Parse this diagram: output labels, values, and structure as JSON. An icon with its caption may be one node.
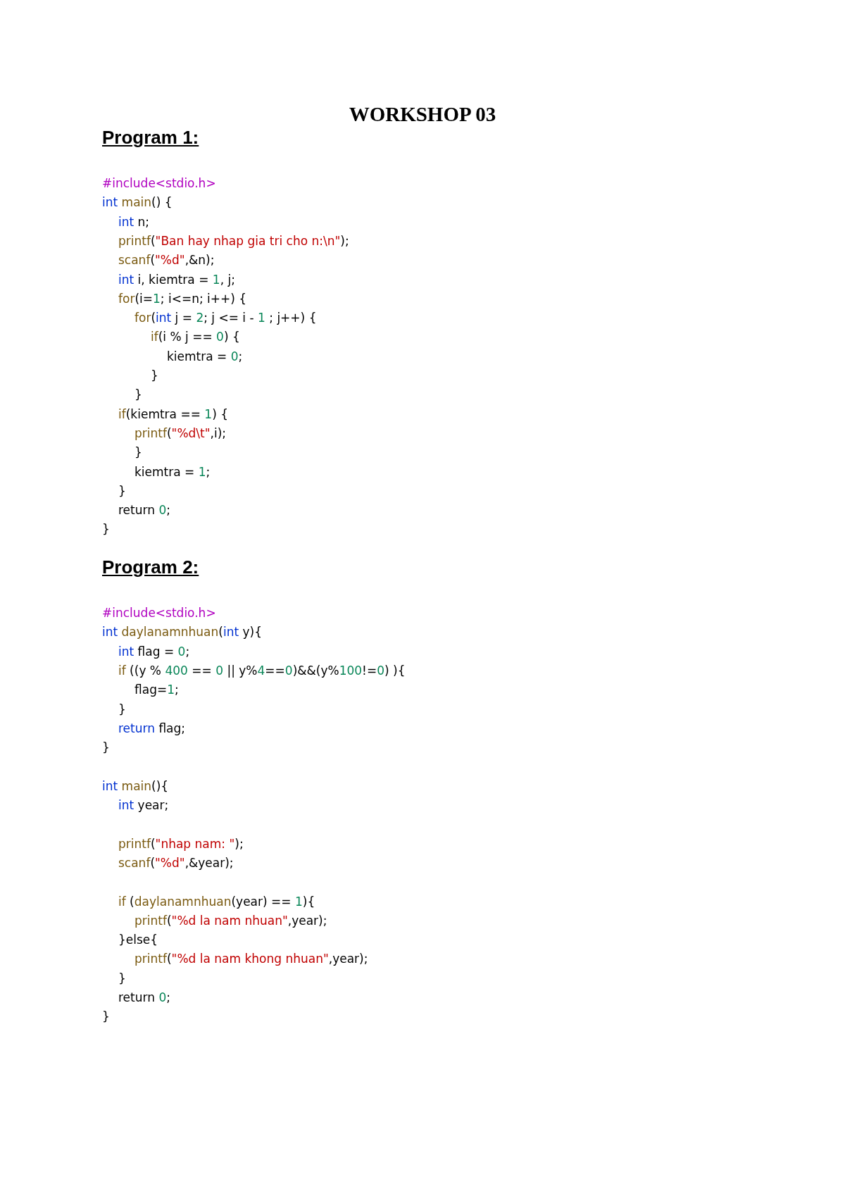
{
  "diagram": {
    "title": "WORKSHOP 03",
    "labels": [
      "Program 1:",
      "#include<stdio.h>",
      "int main() {",
      "int n;",
      "printf(\"Ban hay nhap gia tri cho n:\\n\");",
      "scanf(\"%d\",&n);",
      "int i, kiemtra = 1, j;",
      "for(i=1; i<=n; i++) {",
      "for(int j = 2; j <= i - 1 ; j++) {",
      "if(i % j == 0) {",
      "kiemtra = 0;",
      "}",
      "}",
      "if(kiemtra == 1) {",
      "printf(\"%d\\t\",i);",
      "}",
      "kiemtra = 1;",
      "}",
      "return 0;",
      "}",
      "Program 2:",
      "#include<stdio.h>",
      "int daylanamnhuan(int y){",
      "int flag = 0;",
      "if ((y % 400 == 0 || y%4==0)&&(y%100!=0) ){",
      "flag=1;",
      "}",
      "return flag;",
      "}",
      "int main(){",
      "int year;",
      "printf(\"nhap nam: \");",
      "scanf(\"%d\",&year);",
      "if (daylanamnhuan(year) == 1){",
      "printf(\"%d la nam nhuan\",year);",
      "}else{",
      "printf(\"%d la nam khong nhuan\",year);",
      "}",
      "return 0;",
      "}"
    ]
  }
}
